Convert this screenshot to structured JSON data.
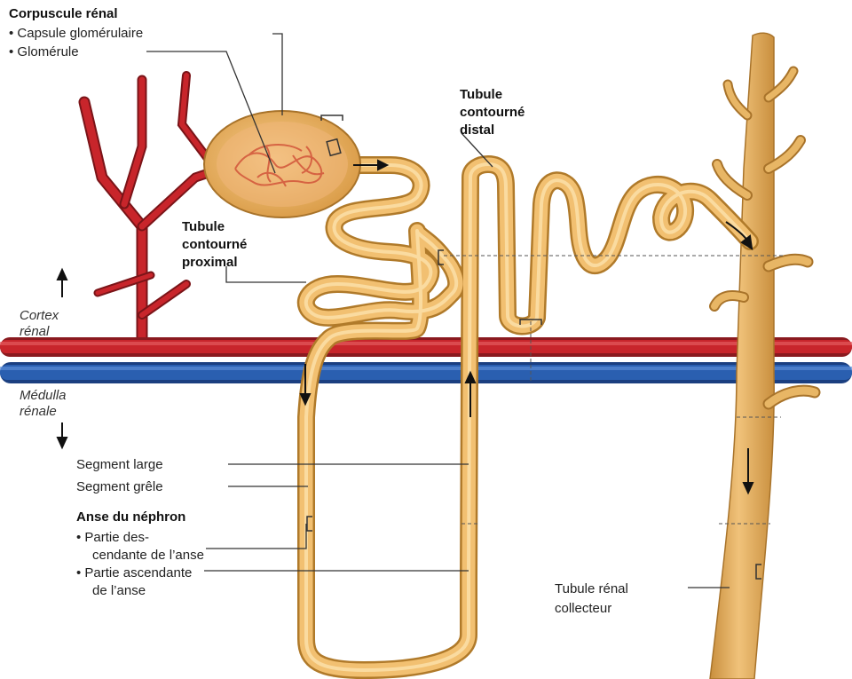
{
  "labels": {
    "corpuscule": "Corpuscule rénal",
    "capsule": "• Capsule glomérulaire",
    "glomerule": "• Glomérule",
    "tcd_line1": "Tubule",
    "tcd_line2": "contourné",
    "tcd_line3": "distal",
    "tcp_line1": "Tubule",
    "tcp_line2": "contourné",
    "tcp_line3": "proximal",
    "cortex_line1": "Cortex",
    "cortex_line2": "rénal",
    "medulla_line1": "Médulla",
    "medulla_line2": "rénale",
    "segment_large": "Segment large",
    "segment_grele": "Segment grêle",
    "anse": "Anse du néphron",
    "desc_line1": "• Partie des-",
    "desc_line2": "cendante de l’anse",
    "asc_line1": "• Partie ascendante",
    "asc_line2": "de l’anse",
    "collecteur_line1": "Tubule rénal",
    "collecteur_line2": "collecteur"
  },
  "colors": {
    "artery": "#c8252b",
    "vein": "#2a5fb0",
    "tubule": "#f2c071",
    "tubule_outline": "#b07a2a",
    "collecting_duct": "#e2ad55",
    "capsule": "#eeb86c"
  }
}
